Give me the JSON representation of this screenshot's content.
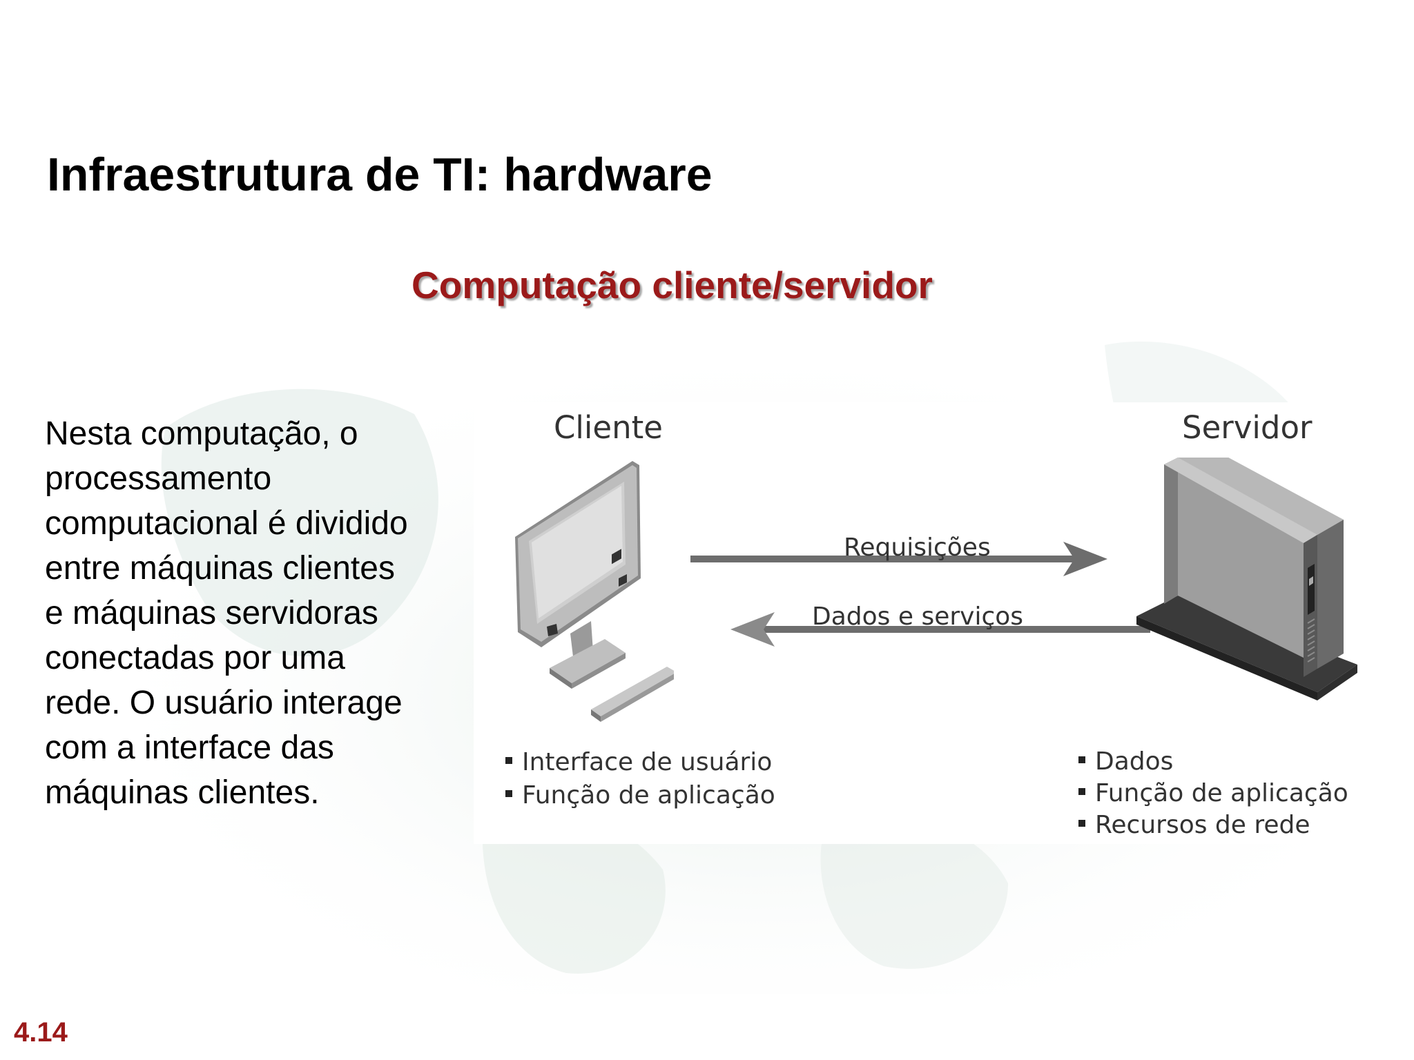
{
  "slide": {
    "title": "Infraestrutura de TI: hardware",
    "subtitle": "Computação cliente/servidor",
    "body_lines": [
      "Nesta computação, o",
      "processamento",
      "computacional é dividido",
      "entre máquinas clientes",
      "e máquinas servidoras",
      "conectadas por uma",
      "rede. O usuário interage",
      "com a interface das",
      "máquinas clientes."
    ],
    "page_number": "4.14",
    "colors": {
      "title": "#000000",
      "subtitle": "#9b1a1a",
      "page_number": "#9b1a1a"
    }
  },
  "diagram": {
    "client": {
      "label": "Cliente",
      "icon": "computer-monitor-icon",
      "features": [
        "Interface de usuário",
        "Função de aplicação"
      ]
    },
    "server": {
      "label": "Servidor",
      "icon": "server-tower-icon",
      "features": [
        "Dados",
        "Função de aplicação",
        "Recursos de rede"
      ]
    },
    "arrows": {
      "requests": "Requisições",
      "responses": "Dados e serviços"
    }
  }
}
